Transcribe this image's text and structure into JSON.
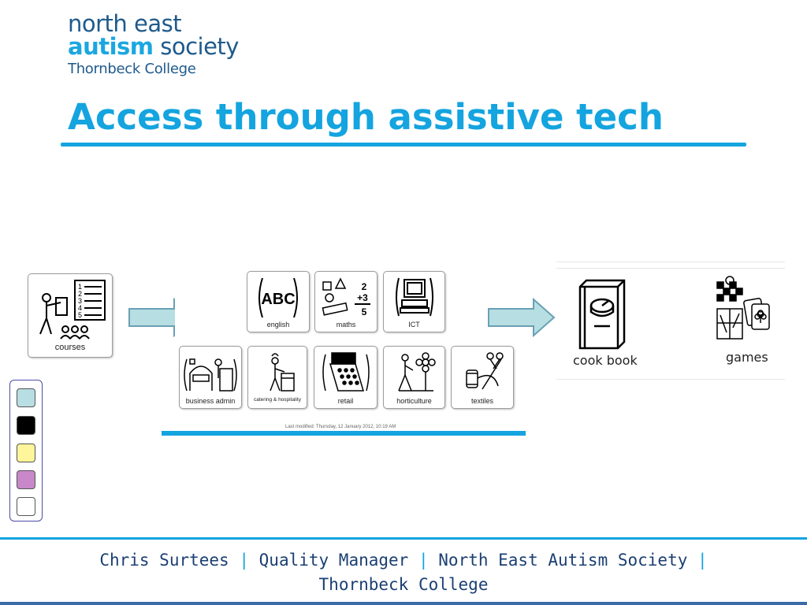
{
  "logo": {
    "line1": "north east",
    "line2_a": "autism",
    "line2_b": "society",
    "line3": "Thornbeck College"
  },
  "title": "Access through assistive tech",
  "courses_card": {
    "label": "courses"
  },
  "subject_cards": [
    {
      "label": "english",
      "icon": "abc-icon"
    },
    {
      "label": "maths",
      "icon": "maths-icon"
    },
    {
      "label": "ICT",
      "icon": "computer-icon"
    },
    {
      "label": "business admin",
      "icon": "office-desk-icon"
    },
    {
      "label": "catering & hospitality",
      "icon": "chef-icon"
    },
    {
      "label": "retail",
      "icon": "cash-register-icon"
    },
    {
      "label": "horticulture",
      "icon": "flower-icon"
    },
    {
      "label": "textiles",
      "icon": "needle-thread-icon"
    }
  ],
  "last_modified": "Last modified: Thursday, 12 January 2012, 10:19 AM",
  "activity_cards": [
    {
      "label": "cook book",
      "icon": "cook-book-icon"
    },
    {
      "label": "games",
      "icon": "games-icon"
    }
  ],
  "color_swatches": [
    "#b7dee2",
    "#000000",
    "#fff59a",
    "#c787c9",
    "#ffffff"
  ],
  "colors": {
    "accent": "#14a4df",
    "arrow_fill": "#b7dee2",
    "arrow_stroke": "#6aa0b4",
    "navy": "#1b3f73"
  },
  "footer": {
    "name": "Chris Surtees",
    "role": "Quality Manager",
    "org": "North East Autism Society",
    "separator": "|",
    "college": "Thornbeck College"
  }
}
